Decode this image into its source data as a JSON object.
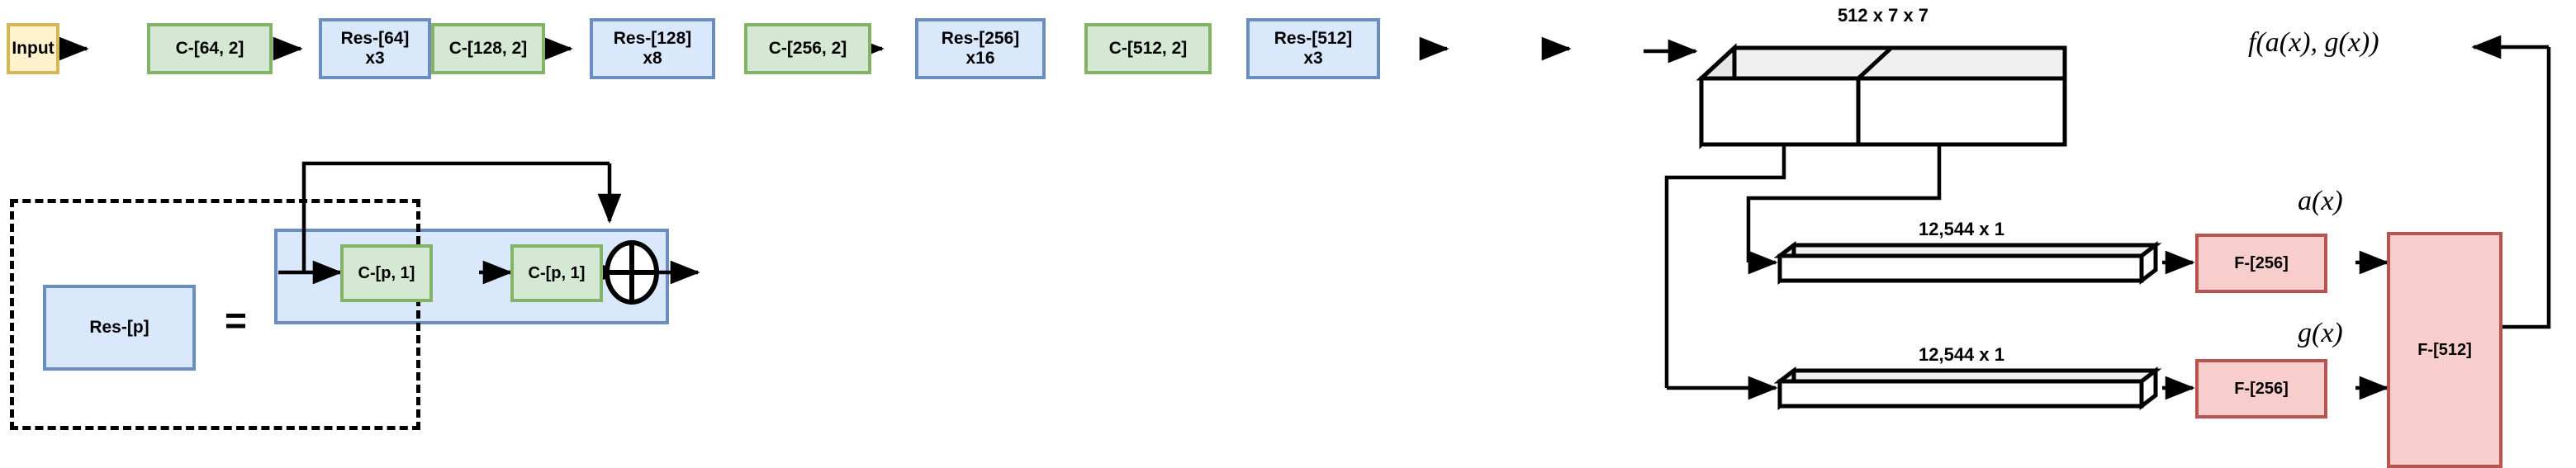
{
  "diagram": {
    "title_text": "",
    "colors": {
      "input_fill": "#fff2cc",
      "input_border": "#d6b656",
      "conv_fill": "#d5e8d4",
      "conv_border": "#82b366",
      "res_fill": "#dae8fc",
      "res_border": "#6c8ebf",
      "fc_fill": "#f8cecc",
      "fc_border": "#b85450",
      "tensor_fill": "#ffffff",
      "tensor_top": "#f0f0f0",
      "tensor_side": "#e6e6e6",
      "line": "#000000"
    }
  },
  "backbone": {
    "nodes": [
      {
        "id": "input",
        "label": "Input",
        "type": "input"
      },
      {
        "id": "c64",
        "label": "C-[64, 2]",
        "type": "conv"
      },
      {
        "id": "r64",
        "label": "Res-[64]\nx3",
        "type": "res"
      },
      {
        "id": "c128",
        "label": "C-[128, 2]",
        "type": "conv"
      },
      {
        "id": "r128",
        "label": "Res-[128]\nx8",
        "type": "res"
      },
      {
        "id": "c256",
        "label": "C-[256, 2]",
        "type": "conv"
      },
      {
        "id": "r256",
        "label": "Res-[256]\nx16",
        "type": "res"
      },
      {
        "id": "c512",
        "label": "C-[512, 2]",
        "type": "conv"
      },
      {
        "id": "r512",
        "label": "Res-[512]\nx3",
        "type": "res"
      }
    ]
  },
  "feature_tensor": {
    "caption": "512 x 7 x 7",
    "name": "feature-map-cuboid"
  },
  "flatten_branches": [
    {
      "caption": "12,544 x 1",
      "head_label": "F-[256]",
      "math_label": "a(x)"
    },
    {
      "caption": "12,544 x 1",
      "head_label": "F-[256]",
      "math_label": "g(x)"
    }
  ],
  "fusion": {
    "label": "F-[512]",
    "output_label": "f(a(x), g(x))"
  },
  "legend": {
    "block_label": "Res-[p]",
    "equals": "=",
    "inner_blocks": [
      "C-[p, 1]",
      "C-[p, 1]"
    ],
    "sum_symbol": "⊕"
  }
}
